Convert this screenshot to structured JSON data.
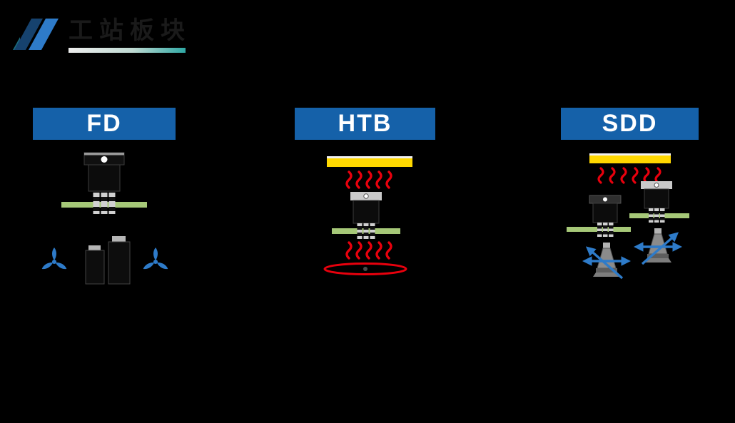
{
  "header": {
    "title": "工站板块"
  },
  "modules": [
    {
      "id": "fd",
      "label": "FD"
    },
    {
      "id": "htb",
      "label": "HTB"
    },
    {
      "id": "sdd",
      "label": "SDD"
    }
  ],
  "colors": {
    "background": "#000000",
    "module_header_bg": "#1561a9",
    "module_header_text": "#ffffff",
    "title_text": "#1a1a1a",
    "underline_gradient_start": "#ededed",
    "underline_gradient_end": "#2fa8a4",
    "heater_yellow": "#ffd800",
    "heat_wave_red": "#e8000d",
    "pcb_green": "#a6c878",
    "fan_blue": "#2e7bc9",
    "airflow_arrow_blue": "#2e7bc9",
    "logo_blue": "#2e7bc9",
    "logo_navy": "#16426e",
    "metal_gray": "#c9c9c9"
  },
  "icons": {
    "logo-icon": "slanted parallelogram brand mark",
    "fan-icon": "three-blade cooling fan",
    "transistor-icon": "TO-220 power transistor package",
    "pcb-bar-icon": "green circuit board bar",
    "heater-bar-icon": "yellow heater bar",
    "heat-waves-icon": "red heat squiggle lines",
    "hotplate-icon": "red heating ring",
    "heatsink-icon": "black heatsink block with metal cap",
    "air-nozzle-icon": "gray nozzle with blue airflow arrows"
  }
}
